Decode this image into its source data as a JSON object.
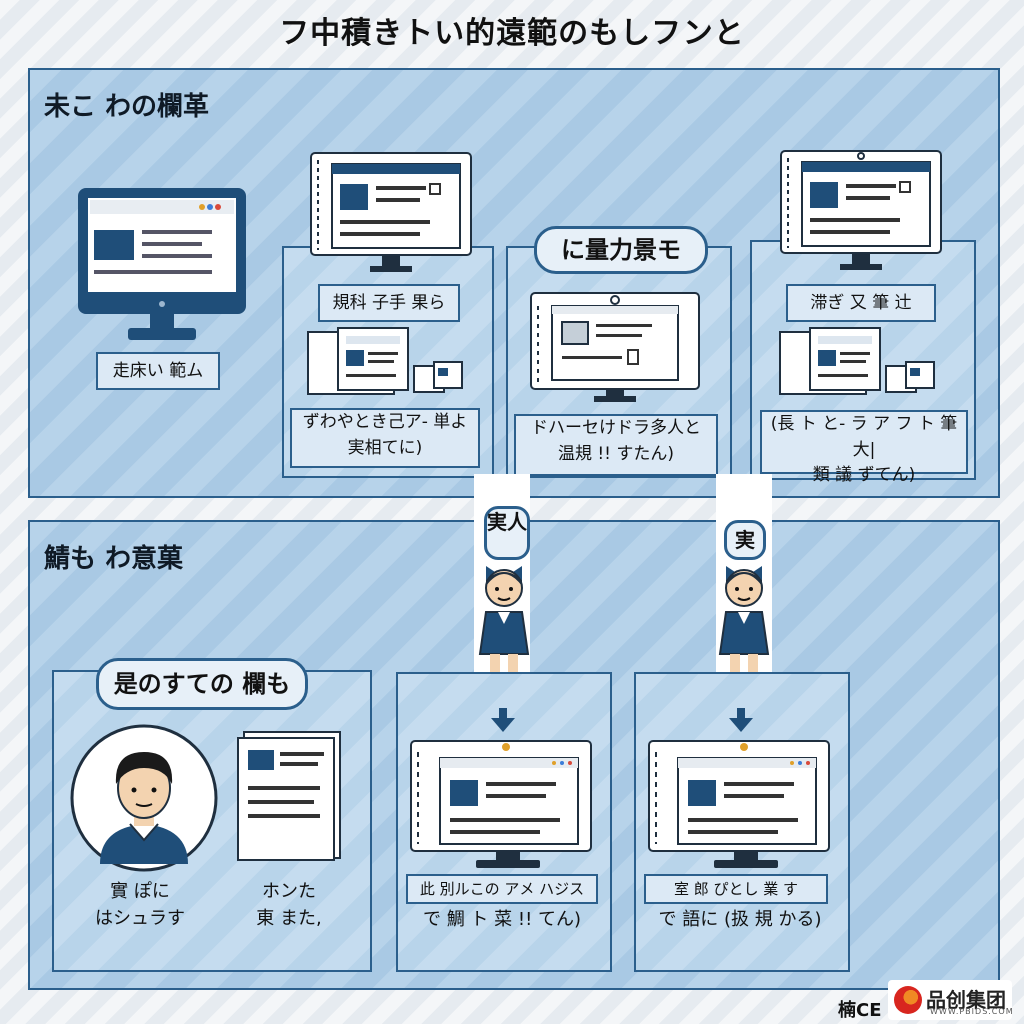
{
  "title": "フ中積きトい的遠範のもしフンと",
  "top_panel": {
    "title": "未こ わの欄革",
    "left_label": "走床い 範ム",
    "columns": [
      {
        "label": "規科 子手 果ら",
        "caption_line1": "ずわやとき己ア- 単よ",
        "caption_line2": "実相てに)"
      },
      {
        "bubble": "に量力景モ",
        "caption_line1": "ドハーセけドラ多人と",
        "caption_line2": "温規 !! すたん)"
      },
      {
        "label": "滞ぎ 又 筆 辻",
        "caption_line1": "(長 ト と- ラ ア フ ト 筆 大|",
        "caption_line2": "類 議 ずてん)"
      }
    ]
  },
  "bottom_panel": {
    "title": "鯖も わ意菓",
    "person_box": {
      "bubble": "是のすての 欄も",
      "caption1_line1": "實 ぽに",
      "caption1_line2": "はシュラす",
      "caption2_line1": "ホンた",
      "caption2_line2": "東 また,"
    },
    "speech_bubbles": [
      "実人",
      "実"
    ],
    "boxes": [
      {
        "label": "此 別ルこの アメ ハジス",
        "caption": "で 鯛 ト 菜 !! てん)"
      },
      {
        "label": "室 郎 ぴとし 業 す",
        "caption": "で 語に (扱 規 かる)"
      }
    ]
  },
  "footer": {
    "text": "楠CE",
    "logo_text": "品创集团",
    "logo_sub": "WWW.PBIDS.COM"
  },
  "colors": {
    "navy": "#1f4e79",
    "panel_border": "#2b5f8c",
    "panel_fill": "#b7d3ea",
    "screen_fill": "#ffffff"
  }
}
